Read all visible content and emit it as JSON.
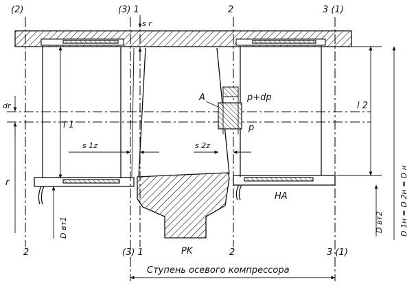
{
  "diagram": {
    "section_labels": {
      "top_left": "(2)",
      "top_mid_left": "(3) 1",
      "top_mid": "2",
      "top_right": "3 (1)",
      "bottom_left": "2",
      "bottom_mid_left": "(3) 1",
      "bottom_mid": "2",
      "bottom_right": "3 (1)"
    },
    "labels": {
      "sr": "s r",
      "dr": "dr",
      "l1": "l 1",
      "l2": "l 2",
      "s1z": "s 1z",
      "s2z": "s 2z",
      "r": "r",
      "A": "A",
      "p_dp": "p+dp",
      "p": "p",
      "HA": "HA",
      "PK": "PK",
      "D_vt1": "D вт1",
      "D_vt2": "D вт2",
      "D_eq": "D 1н = D 2н = D н"
    },
    "caption": "Ступень осевого компрессора"
  }
}
